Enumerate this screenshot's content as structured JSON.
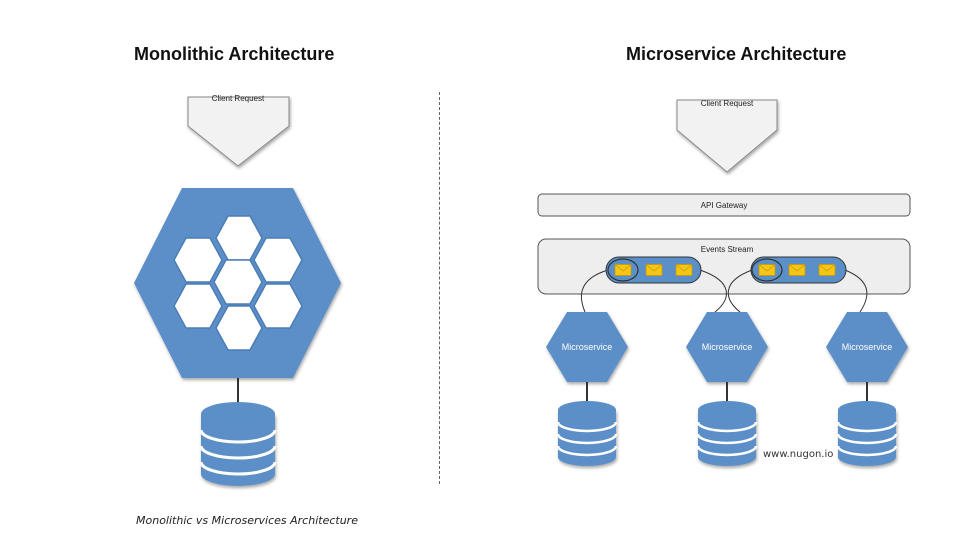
{
  "titles": {
    "left": "Monolithic Architecture",
    "right": "Microservice Architecture"
  },
  "left": {
    "client_request": "Client Request"
  },
  "right": {
    "client_request": "Client Request",
    "api_gateway": "API Gateway",
    "events_stream": "Events Stream",
    "services": [
      "Microservice",
      "Microservice",
      "Microservice"
    ]
  },
  "watermark": "www.nugon.io",
  "caption": "Monolithic vs Microservices Architecture",
  "colors": {
    "blue": "#5b8fc7",
    "blue_dark": "#4a7db6",
    "panel_fill": "#eeeeee",
    "envelope": "#f5c518"
  }
}
